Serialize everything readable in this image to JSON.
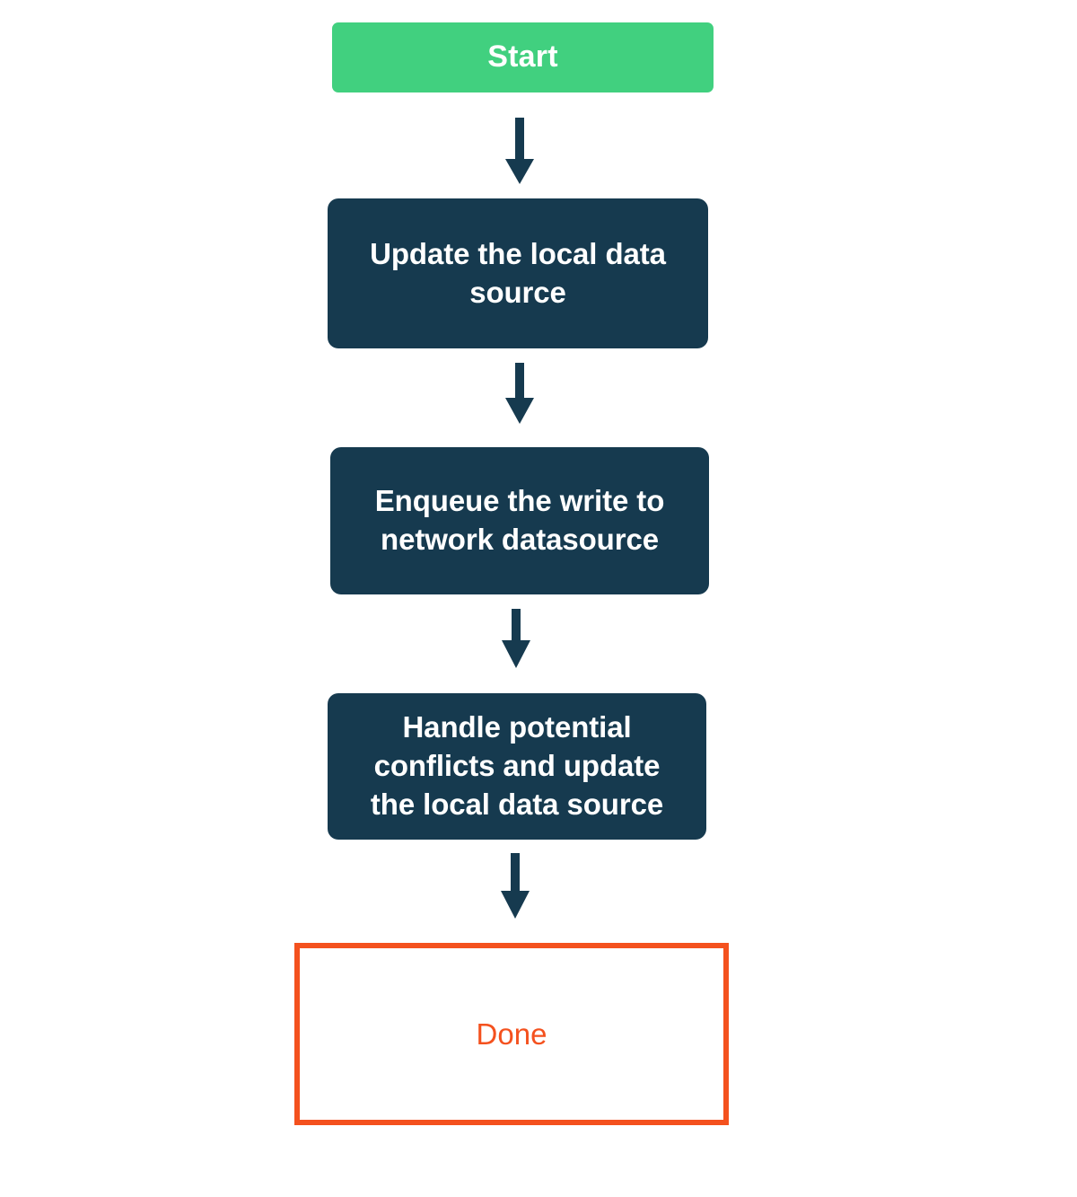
{
  "diagram": {
    "title": "Write-through offline sync flowchart",
    "type": "flowchart",
    "orientation": "top-to-bottom",
    "background_color": "#ffffff",
    "palette": {
      "start_fill": "#41D07F",
      "start_text": "#ffffff",
      "process_fill": "#163A4F",
      "process_text": "#ffffff",
      "end_stroke": "#F4511E",
      "end_fill": "#ffffff",
      "end_text": "#F4511E",
      "arrow_color": "#163A4F"
    },
    "nodes": [
      {
        "id": "start",
        "label": "Start",
        "shape": "rounded-rectangle",
        "role": "terminator-start"
      },
      {
        "id": "update-local",
        "label": "Update the local data\nsource",
        "shape": "rounded-rectangle",
        "role": "process"
      },
      {
        "id": "enqueue-write",
        "label": "Enqueue the write to\nnetwork datasource",
        "shape": "rounded-rectangle",
        "role": "process"
      },
      {
        "id": "handle-conflicts",
        "label": "Handle potential\nconflicts and update\nthe local data source",
        "shape": "rounded-rectangle",
        "role": "process"
      },
      {
        "id": "done",
        "label": "Done",
        "shape": "rectangle",
        "role": "terminator-end"
      }
    ],
    "edges": [
      {
        "id": "edge-1",
        "from": "start",
        "to": "update-local",
        "label": "",
        "style": "solid-arrow-down"
      },
      {
        "id": "edge-2",
        "from": "update-local",
        "to": "enqueue-write",
        "label": "",
        "style": "solid-arrow-down"
      },
      {
        "id": "edge-3",
        "from": "enqueue-write",
        "to": "handle-conflicts",
        "label": "",
        "style": "solid-arrow-down"
      },
      {
        "id": "edge-4",
        "from": "handle-conflicts",
        "to": "done",
        "label": "",
        "style": "solid-arrow-down"
      }
    ]
  }
}
